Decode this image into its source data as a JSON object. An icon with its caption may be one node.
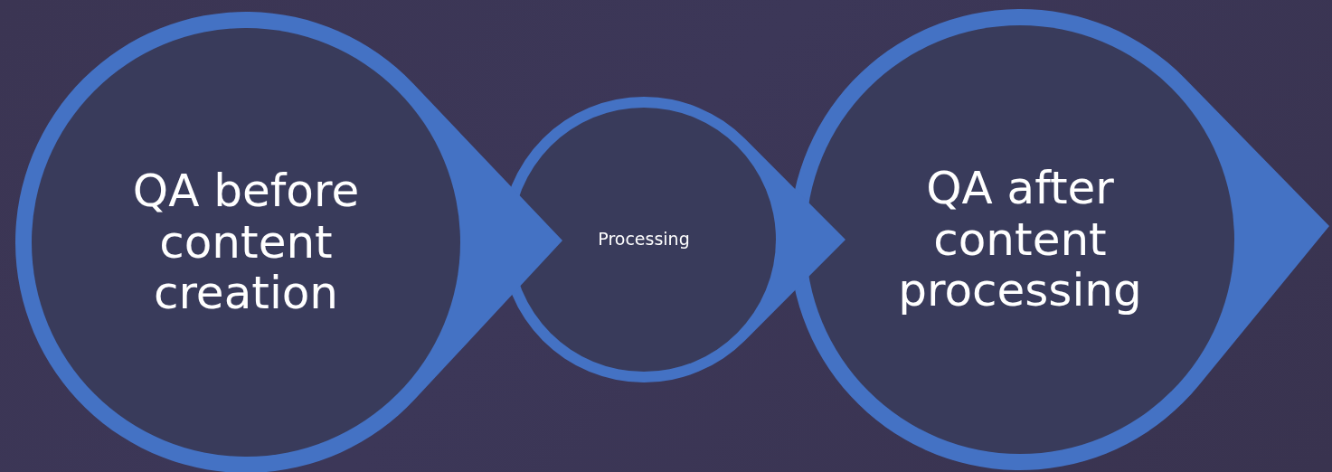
{
  "diagram": {
    "nodes": [
      {
        "text": [
          "QA before content creation"
        ]
      },
      {
        "text": [
          "Processing"
        ]
      },
      {
        "text": [
          "QA after content processing"
        ]
      }
    ]
  }
}
